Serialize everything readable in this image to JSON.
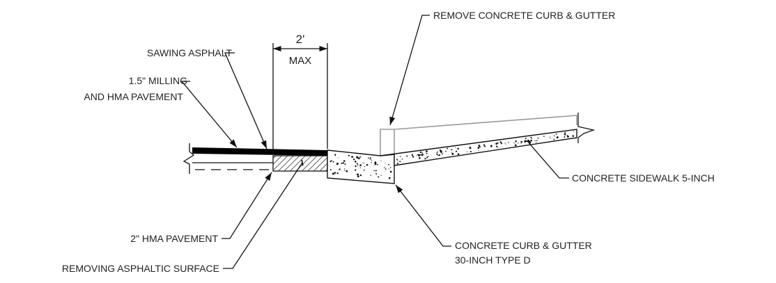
{
  "dimension": {
    "value": "2'",
    "qualifier": "MAX"
  },
  "callouts": {
    "remove_curb": "REMOVE CONCRETE CURB & GUTTER",
    "sawing": "SAWING ASPHALT",
    "milling_line1": "1.5\" MILLING",
    "milling_line2": "AND HMA PAVEMENT",
    "sidewalk": "CONCRETE SIDEWALK 5-INCH",
    "hma": "2\" HMA PAVEMENT",
    "curb_line1": "CONCRETE CURB & GUTTER",
    "curb_line2": "30-INCH TYPE D",
    "removing_surface": "REMOVING ASPHALTIC SURFACE"
  },
  "colors": {
    "line": "#111111",
    "existing_removed": "#9a9a9a",
    "background": "#ffffff"
  }
}
